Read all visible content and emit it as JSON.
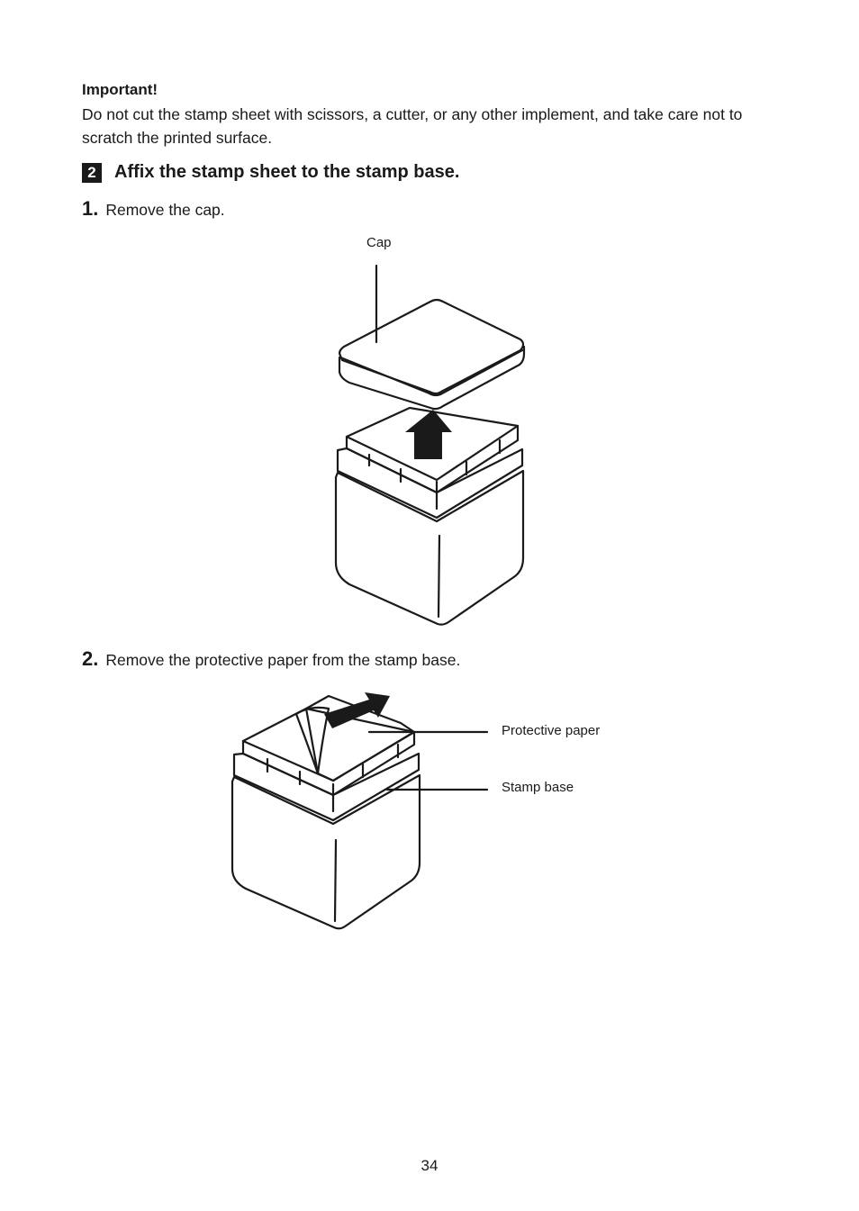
{
  "important": {
    "title": "Important!",
    "body": "Do not cut the stamp sheet with scissors, a cutter, or any other implement, and take care not to scratch the printed surface."
  },
  "section": {
    "number": "2",
    "title": "Affix the stamp sheet to the stamp base."
  },
  "steps": [
    {
      "number": "1.",
      "text": "Remove the cap."
    },
    {
      "number": "2.",
      "text": "Remove the protective paper from the stamp base."
    }
  ],
  "figure1": {
    "cap_label": "Cap"
  },
  "figure2": {
    "protective_paper_label": "Protective paper",
    "stamp_base_label": "Stamp base"
  },
  "colors": {
    "part_fill": "#c8c8c8",
    "line": "#1a1a1a"
  },
  "page_number": "34"
}
